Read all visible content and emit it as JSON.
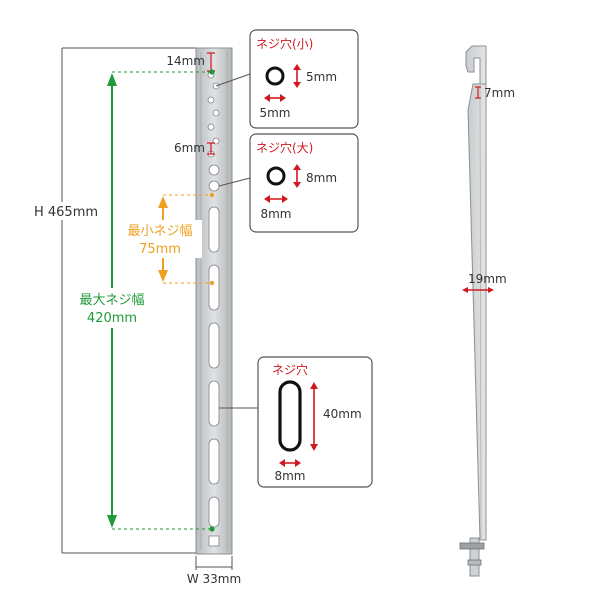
{
  "front": {
    "height_label": "H 465mm",
    "width_label": "W 33mm",
    "top_offset_label": "14mm",
    "hole_pitch_label": "6mm",
    "max_screw_width_title": "最大ネジ幅",
    "max_screw_width_value": "420mm",
    "min_screw_width_title": "最小ネジ幅",
    "min_screw_width_value": "75mm"
  },
  "callout_small": {
    "title": "ネジ穴(小)",
    "height": "5mm",
    "width": "5mm"
  },
  "callout_large": {
    "title": "ネジ穴(大)",
    "height": "8mm",
    "width": "8mm"
  },
  "callout_slot": {
    "title": "ネジ穴",
    "height": "40mm",
    "width": "8mm"
  },
  "side": {
    "top_thickness_label": "7mm",
    "mid_thickness_label": "19mm"
  },
  "colors": {
    "accent_red": "#d0181f",
    "dimension_green": "#1f9a3a",
    "dimension_orange": "#f0a020",
    "dimension_gray": "#555555",
    "bracket_fill": "#cdd0d2"
  }
}
